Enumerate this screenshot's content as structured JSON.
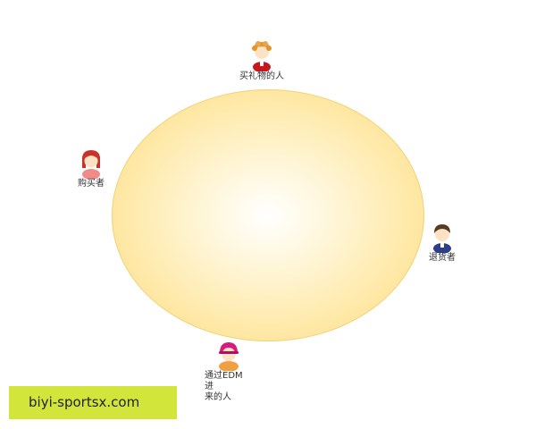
{
  "diagram": {
    "center_shape": "ellipse",
    "colors": {
      "ellipse_edge": "#fbd97c",
      "ellipse_center": "#ffffff"
    },
    "people": [
      {
        "id": "gift-buyer",
        "label": "买礼物的人",
        "icon": "person-orange-hair-red-shirt-icon"
      },
      {
        "id": "buyer",
        "label": "购买者",
        "icon": "person-red-hair-pink-shirt-icon"
      },
      {
        "id": "returner",
        "label": "退货者",
        "icon": "person-dark-hair-blue-shirt-icon"
      },
      {
        "id": "edm-visitor",
        "label": "通过EDM进来的人",
        "label_line1": "通过EDM进",
        "label_line2": "来的人",
        "icon": "person-magenta-hat-icon"
      }
    ]
  },
  "watermark": {
    "text": "biyi-sportsx.com"
  }
}
